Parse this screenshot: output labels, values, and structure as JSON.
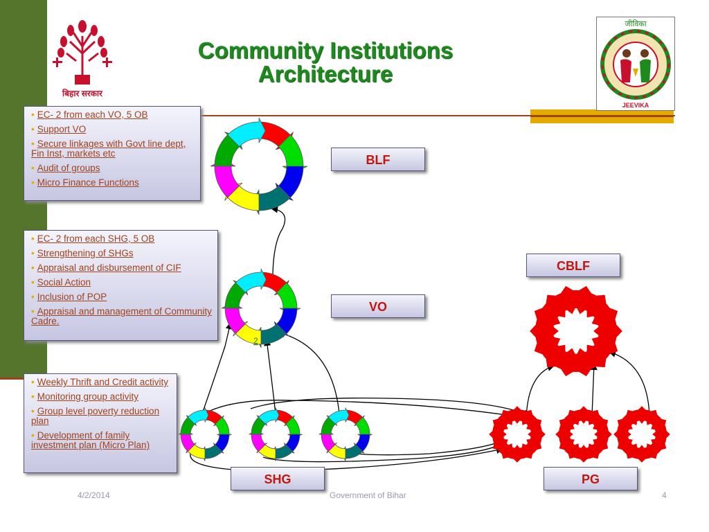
{
  "title_line1": "Community Institutions",
  "title_line2": "Architecture",
  "left_logo_text": "बिहार सरकार",
  "right_logo": {
    "top_text": "जीविका",
    "bottom_text": "JEEVIKA"
  },
  "blf_box": {
    "items": [
      "EC- 2 from each VO, 5 OB",
      "Support VO",
      "Secure linkages with Govt line dept, Fin Inst, markets etc",
      "Audit of groups",
      "Micro Finance Functions"
    ]
  },
  "vo_box": {
    "items": [
      "EC- 2 from each SHG, 5 OB",
      "Strengthening of SHGs",
      "Appraisal and disbursement of CIF",
      "Social Action",
      "Inclusion of POP",
      "Appraisal and management of Community Cadre."
    ]
  },
  "shg_box": {
    "items": [
      "Weekly Thrift and Credit activity",
      "Monitoring group activity",
      "Group level poverty reduction plan",
      "Development of family investment plan (Micro Plan)"
    ]
  },
  "labels": {
    "blf": "BLF",
    "vo": "VO",
    "cblf": "CBLF",
    "shg": "SHG",
    "pg": "PG"
  },
  "vo_number": "2",
  "footer": {
    "date": "4/2/2014",
    "center": "Government of Bihar",
    "page": "4"
  },
  "colors": {
    "sidebar": "#55752d",
    "title": "#1d8a1d",
    "accent_rule": "#a0421c",
    "gold": "#e5aa00",
    "label_text": "#c0160e",
    "ring_red": "#ee0000",
    "box_text": "#a0421c"
  },
  "ring_colors": [
    "#ff0000",
    "#00dd00",
    "#0000ee",
    "#007070",
    "#ffff00",
    "#ff00ff",
    "#00aa00",
    "#00eeff"
  ]
}
